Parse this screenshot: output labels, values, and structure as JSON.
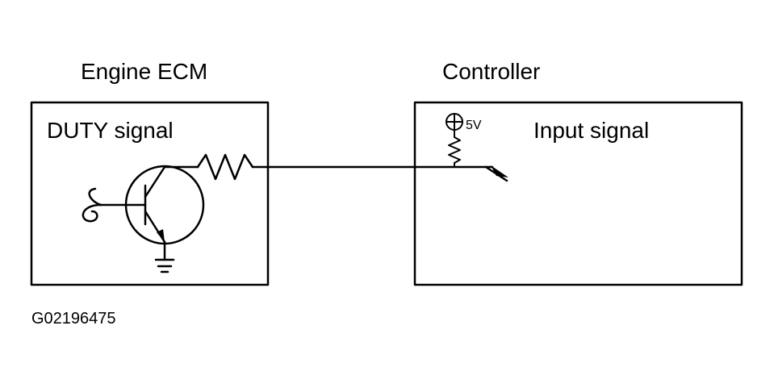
{
  "left_block": {
    "title": "Engine ECM",
    "signal_label": "DUTY signal"
  },
  "right_block": {
    "title": "Controller",
    "signal_label": "Input signal",
    "voltage_label": "5V"
  },
  "figure_id": "G02196475"
}
